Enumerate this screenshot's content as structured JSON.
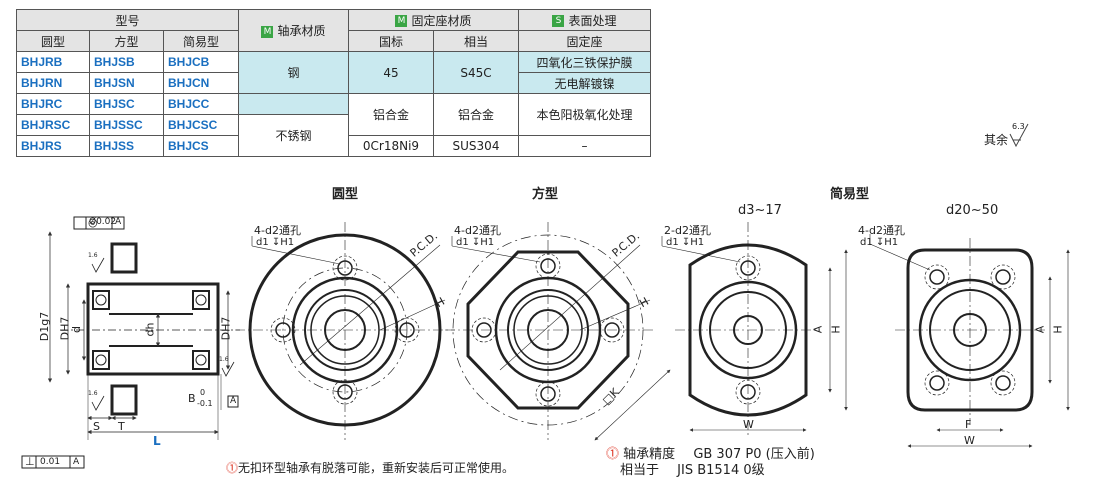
{
  "table": {
    "head_model": "型号",
    "head_round": "圆型",
    "head_square": "方型",
    "head_simple": "简易型",
    "badge_m": "M",
    "badge_s": "S",
    "head_bearing_material": "轴承材质",
    "head_seat_material": "固定座材质",
    "head_surface": "表面处理",
    "head_gb": "国标",
    "head_equiv": "相当",
    "head_seat": "固定座",
    "rows": [
      {
        "round": "BHJRB",
        "square": "BHJSB",
        "simple": "BHJCB"
      },
      {
        "round": "BHJRN",
        "square": "BHJSN",
        "simple": "BHJCN"
      },
      {
        "round": "BHJRC",
        "square": "BHJSC",
        "simple": "BHJCC"
      },
      {
        "round": "BHJRSC",
        "square": "BHJSSC",
        "simple": "BHJCSC"
      },
      {
        "round": "BHJRS",
        "square": "BHJSS",
        "simple": "BHJCS"
      }
    ],
    "bearing_steel": "钢",
    "bearing_stainless": "不锈钢",
    "gb_45": "45",
    "eq_s45c": "S45C",
    "surface_1": "四氧化三铁保护膜",
    "surface_2": "无电解镀镍",
    "gb_alu": "铝合金",
    "eq_alu": "铝合金",
    "surface_3": "本色阳极氧化处理",
    "gb_ss": "0Cr18Ni9",
    "eq_ss": "SUS304",
    "surface_ss": "–"
  },
  "roughness": {
    "label": "其余",
    "value": "6.3"
  },
  "titles": {
    "round": "圆型",
    "square": "方型",
    "simple": "简易型",
    "range_small": "d3~17",
    "range_large": "d20~50"
  },
  "dims": {
    "tol_top_sym": "◎",
    "tol_top_val": "Ø0.02",
    "tol_top_ref": "A",
    "d1g7": "D1g7",
    "dh7": "DH7",
    "d": "d",
    "dh": "dh",
    "dh7_right": "DH7",
    "b": "B",
    "b_tol_up": "0",
    "b_tol_low": "-0.1",
    "ref_a": "A",
    "s": "S",
    "t": "T",
    "l": "L",
    "tol_bottom_sym": "⊥",
    "tol_bottom_val": "0.01",
    "tol_bottom_ref": "A",
    "r_1_6a": "1.6",
    "r_1_6b": "1.6",
    "r_1_6c": "1.6",
    "hole_4": "4-d2通孔",
    "hole_2": "2-d2通孔",
    "hole_sub": "d1 ↧H1",
    "pcd": "P.C.D.",
    "h": "H",
    "k": "K",
    "a": "A",
    "w": "W",
    "f": "F"
  },
  "notes": {
    "warning": "无扣环型轴承有脱落可能，重新安装后可正常使用。",
    "precision_label": "轴承精度",
    "precision_value": "GB 307 P0 (压入前)",
    "equiv_label": "相当于",
    "equiv_value": "JIS B1514 0级"
  }
}
